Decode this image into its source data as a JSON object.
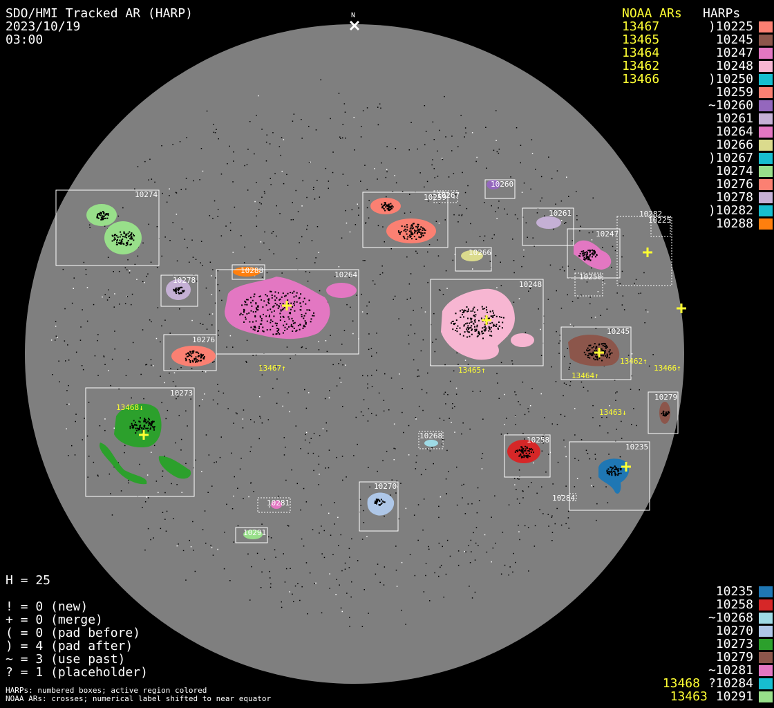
{
  "header": {
    "title": "SDO/HMI Tracked AR (HARP)",
    "date": "2023/10/19",
    "time": "03:00",
    "north_label": "N"
  },
  "noaa_header": "NOAA ARs",
  "harps_header": "HARPs",
  "noaa_list": [
    "13467",
    "13465",
    "13464",
    "13462",
    "13466"
  ],
  "harps_top": [
    {
      "label": ")10225",
      "color": "#fb8072"
    },
    {
      "label": "10245",
      "color": "#8c564b"
    },
    {
      "label": "10247",
      "color": "#e377c2"
    },
    {
      "label": "10248",
      "color": "#f7b6d2"
    },
    {
      "label": ")10250",
      "color": "#17becf"
    },
    {
      "label": "10259",
      "color": "#fb8072"
    },
    {
      "label": "~10260",
      "color": "#9467bd"
    },
    {
      "label": "10261",
      "color": "#c5b0d5"
    },
    {
      "label": "10264",
      "color": "#e377c2"
    },
    {
      "label": "10266",
      "color": "#dbdb8d"
    },
    {
      "label": ")10267",
      "color": "#17becf"
    },
    {
      "label": "10274",
      "color": "#98df8a"
    },
    {
      "label": "10276",
      "color": "#fb8072"
    },
    {
      "label": "10278",
      "color": "#c5b0d5"
    },
    {
      "label": ")10282",
      "color": "#17becf"
    },
    {
      "label": "10288",
      "color": "#ff7f0e"
    }
  ],
  "harps_bottom": [
    {
      "label": "10235",
      "color": "#1f77b4",
      "noaa": ""
    },
    {
      "label": "10258",
      "color": "#d62728",
      "noaa": ""
    },
    {
      "label": "~10268",
      "color": "#9edae5",
      "noaa": ""
    },
    {
      "label": "10270",
      "color": "#aec7e8",
      "noaa": ""
    },
    {
      "label": "10273",
      "color": "#2ca02c",
      "noaa": ""
    },
    {
      "label": "10279",
      "color": "#8c564b",
      "noaa": ""
    },
    {
      "label": "~10281",
      "color": "#e377c2",
      "noaa": ""
    },
    {
      "label": "?10284",
      "color": "#17becf",
      "noaa": "13468"
    },
    {
      "label": "10291",
      "color": "#98df8a",
      "noaa": "13463"
    }
  ],
  "stats": {
    "h": "H = 25",
    "lines": [
      "! = 0 (new)",
      "+ = 0 (merge)",
      "( = 0 (pad before)",
      ") = 4 (pad after)",
      "~ = 3 (use past)",
      "? = 1 (placeholder)"
    ]
  },
  "footnotes": [
    "HARPs: numbered boxes; active region colored",
    "NOAA ARs: crosses; numerical label shifted to near equator"
  ],
  "regions": [
    {
      "id": "10274",
      "color": "#98df8a",
      "dashed": false
    },
    {
      "id": "10267",
      "color": "#17becf",
      "dashed": true
    },
    {
      "id": "10259",
      "color": "#fb8072",
      "dashed": false
    },
    {
      "id": "10260",
      "color": "#9467bd",
      "dashed": false
    },
    {
      "id": "10261",
      "color": "#c5b0d5",
      "dashed": false
    },
    {
      "id": "10282",
      "color": "#17becf",
      "dashed": true
    },
    {
      "id": "10225",
      "color": "#fb8072",
      "dashed": true
    },
    {
      "id": "10247",
      "color": "#e377c2",
      "dashed": false
    },
    {
      "id": "10266",
      "color": "#dbdb8d",
      "dashed": false
    },
    {
      "id": "10250",
      "color": "#17becf",
      "dashed": true
    },
    {
      "id": "10288",
      "color": "#ff7f0e",
      "dashed": false
    },
    {
      "id": "10278",
      "color": "#c5b0d5",
      "dashed": false
    },
    {
      "id": "10264",
      "color": "#e377c2",
      "dashed": false
    },
    {
      "id": "10248",
      "color": "#f7b6d2",
      "dashed": false
    },
    {
      "id": "10276",
      "color": "#fb8072",
      "dashed": false
    },
    {
      "id": "10245",
      "color": "#8c564b",
      "dashed": false
    },
    {
      "id": "10273",
      "color": "#2ca02c",
      "dashed": false
    },
    {
      "id": "10279",
      "color": "#8c564b",
      "dashed": false
    },
    {
      "id": "10268",
      "color": "#9edae5",
      "dashed": true
    },
    {
      "id": "10258",
      "color": "#d62728",
      "dashed": false
    },
    {
      "id": "10235",
      "color": "#1f77b4",
      "dashed": false
    },
    {
      "id": "10284",
      "color": "#17becf",
      "dashed": true
    },
    {
      "id": "10270",
      "color": "#aec7e8",
      "dashed": false
    },
    {
      "id": "10281",
      "color": "#e377c2",
      "dashed": true
    },
    {
      "id": "10291",
      "color": "#98df8a",
      "dashed": false
    }
  ],
  "noaa_labels": [
    "13467↑",
    "13465↑",
    "13464↑",
    "13462↑",
    "13466↑",
    "13468↓",
    "13463↓"
  ]
}
